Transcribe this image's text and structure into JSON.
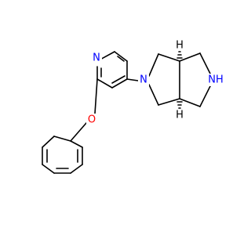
{
  "molecule": {
    "atoms": {
      "N_pyridine": {
        "label": "N",
        "color": "#0000ff"
      },
      "N_pyrrolidine_1": {
        "label": "N",
        "color": "#0000ff"
      },
      "NH_pyrrolidine_2": {
        "label": "NH",
        "color": "#0000ff"
      },
      "O_ether": {
        "label": "O",
        "color": "#ff0000"
      },
      "H_ring_fusion_top": {
        "label": "H",
        "color": "#000000"
      },
      "H_ring_fusion_bottom": {
        "label": "H",
        "color": "#000000"
      }
    }
  }
}
